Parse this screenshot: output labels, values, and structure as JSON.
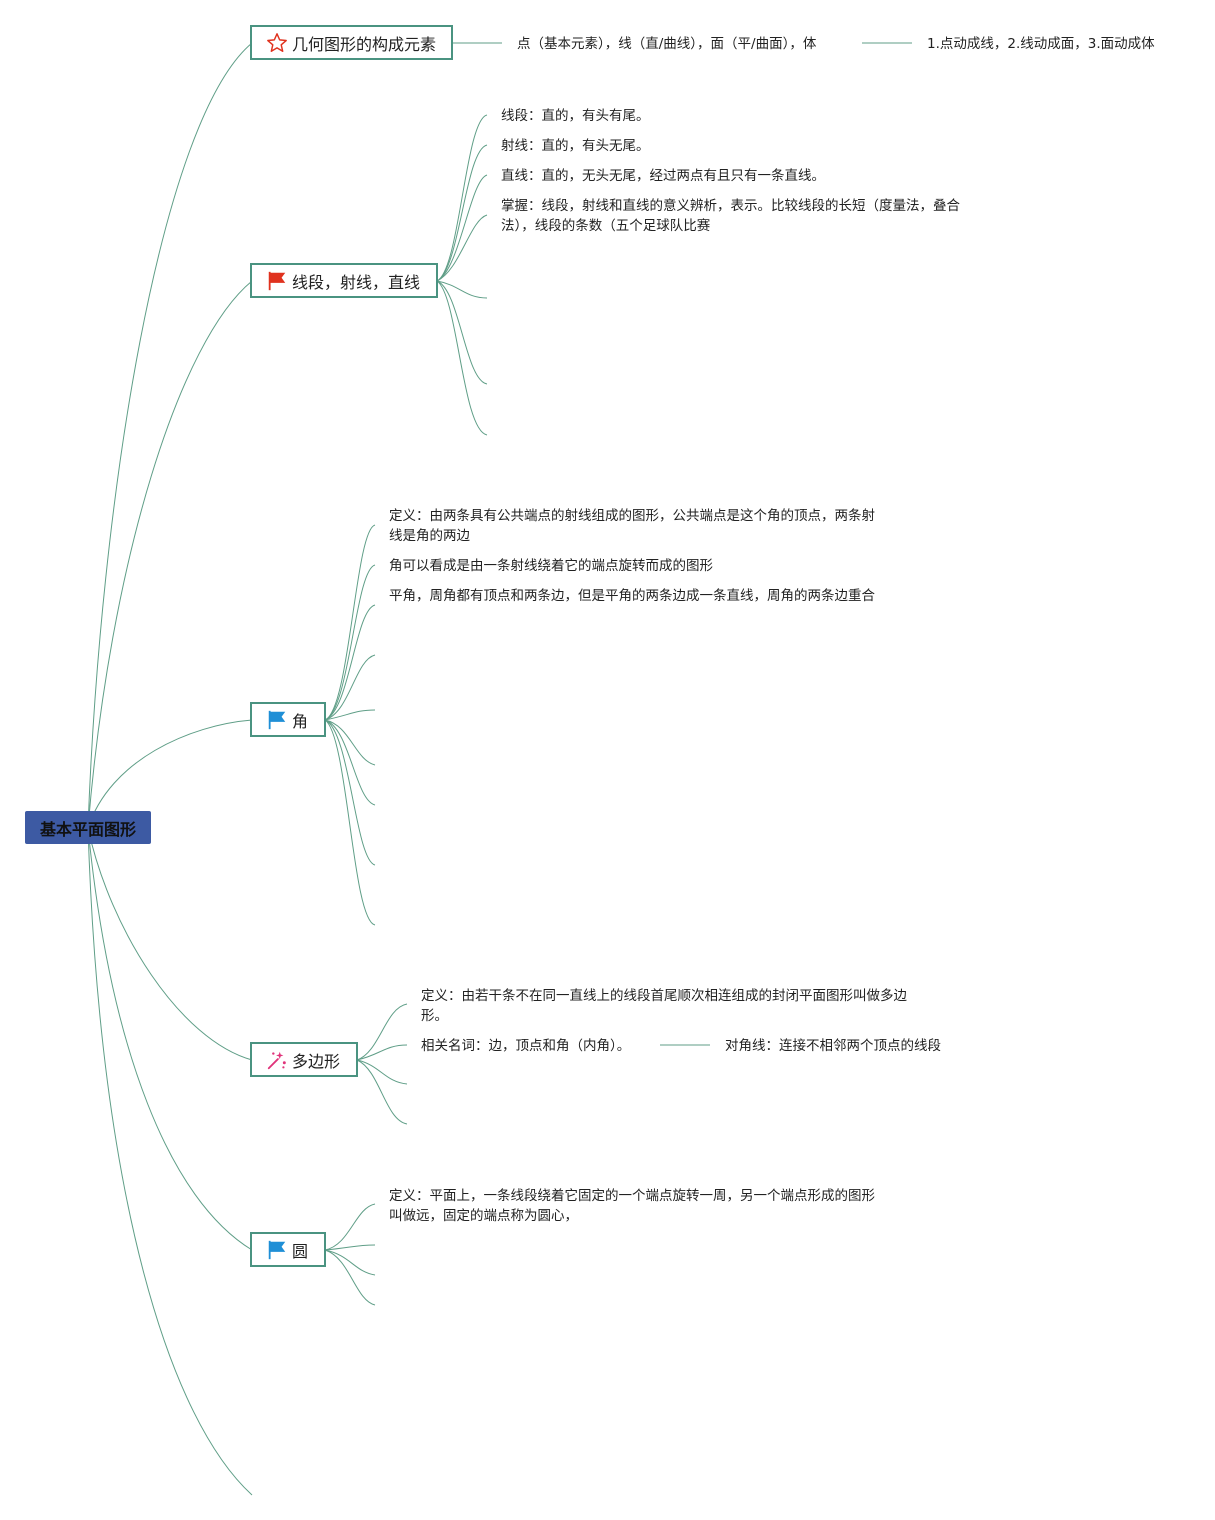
{
  "root": {
    "label": "基本平面图形"
  },
  "branches": [
    {
      "label": "几何图形的构成元素",
      "icon": "star-outline-icon",
      "children": [
        "点（基本元素），线（直/曲线），面（平/曲面），体"
      ],
      "grandchild": "1.点动成线，2.线动成面，3.面动成体"
    },
    {
      "label": "线段，射线，直线",
      "icon": "red-flag-icon",
      "children": [
        "线段：直的，有头有尾。",
        "射线：直的，有头无尾。",
        "直线：直的，无头无尾，经过两点有且只有一条直线。",
        "掌握：线段，射线和直线的意义辨析，表示。比较线段的长短（度量法，叠合法），线段的条数（五个足球队比赛"
      ]
    },
    {
      "label": "角",
      "icon": "blue-flag-icon",
      "children": [
        "定义：由两条具有公共端点的射线组成的图形，公共端点是这个角的顶点，两条射线是角的两边",
        "角可以看成是由一条射线绕着它的端点旋转而成的图形",
        "平角，周角都有顶点和两条边，但是平角的两条边成一条直线，周角的两条边重合"
      ]
    },
    {
      "label": "多边形",
      "icon": "sparkle-wand-icon",
      "children": [
        "定义：由若干条不在同一直线上的线段首尾顺次相连组成的封闭平面图形叫做多边形。",
        "相关名词：边，顶点和角（内角）。"
      ],
      "grandchild": "对角线：连接不相邻两个顶点的线段"
    },
    {
      "label": "圆",
      "icon": "blue-flag-icon",
      "children": [
        "定义：平面上，一条线段绕着它固定的一个端点旋转一周，另一个端点形成的图形叫做远，固定的端点称为圆心，"
      ]
    }
  ],
  "colors": {
    "root_fill": "#3d5aa3",
    "branch_border": "#4a9381",
    "connector": "#5f9e87",
    "flag_red": "#e0321e",
    "flag_blue": "#1f8fd6",
    "star_red": "#e0321e",
    "sparkle_pink": "#e0337a"
  }
}
